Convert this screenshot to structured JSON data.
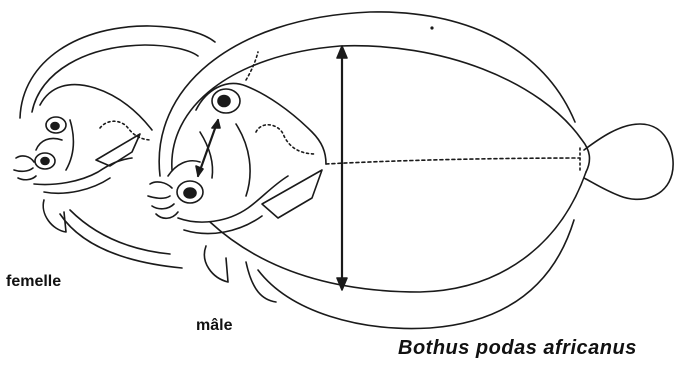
{
  "labels": {
    "female": "femelle",
    "male": "mâle",
    "species": "Bothus podas africanus"
  },
  "colors": {
    "line": "#1a1a1a",
    "text": "#111111",
    "background": "#ffffff"
  }
}
